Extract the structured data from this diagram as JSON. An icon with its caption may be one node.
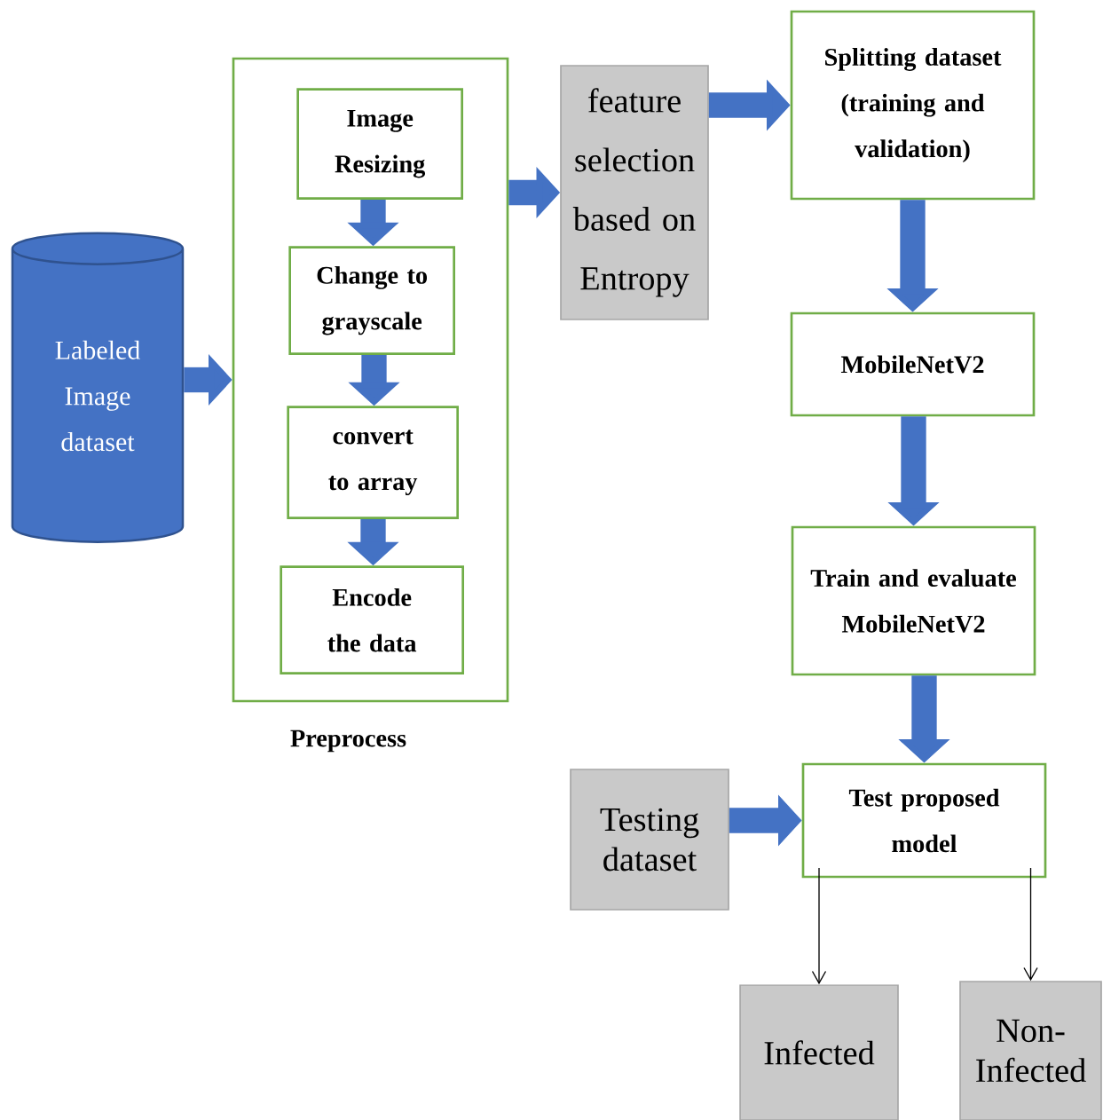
{
  "diagram": {
    "nodes": [
      {
        "text": [
          "Labeled Image dataset"
        ]
      },
      {
        "text": [
          "Preprocess"
        ]
      },
      {
        "text": [
          "Image Resizing"
        ],
        "in": 1
      },
      {
        "text": [
          "Change to grayscale"
        ],
        "in": 1
      },
      {
        "text": [
          "convert to array"
        ],
        "in": 1
      },
      {
        "text": [
          "Encode the data"
        ],
        "in": 1
      },
      {
        "text": [
          "feature selection based on Entropy"
        ]
      },
      {
        "text": [
          "Splitting dataset (training and validation)"
        ]
      },
      {
        "text": [
          "MobileNetV2"
        ]
      },
      {
        "text": [
          "Train and evaluate MobileNetV2"
        ]
      },
      {
        "text": [
          "Test proposed model"
        ]
      },
      {
        "text": [
          "Testing dataset"
        ]
      },
      {
        "text": [
          "Infected"
        ]
      },
      {
        "text": [
          "Non-Infected"
        ]
      }
    ],
    "edges": [
      {
        "from": 0,
        "to": 1,
        "arrow": "to"
      },
      {
        "from": 2,
        "to": 3,
        "arrow": "to"
      },
      {
        "from": 3,
        "to": 4,
        "arrow": "to"
      },
      {
        "from": 4,
        "to": 5,
        "arrow": "to"
      },
      {
        "from": 1,
        "to": 6,
        "arrow": "to"
      },
      {
        "from": 6,
        "to": 7,
        "arrow": "to"
      },
      {
        "from": 7,
        "to": 8,
        "arrow": "to"
      },
      {
        "from": 8,
        "to": 9,
        "arrow": "to"
      },
      {
        "from": 9,
        "to": 10,
        "arrow": "to"
      },
      {
        "from": 11,
        "to": 10,
        "arrow": "to"
      },
      {
        "from": 10,
        "to": 12,
        "arrow": "to",
        "color": "#000000"
      },
      {
        "from": 10,
        "to": 13,
        "arrow": "to",
        "color": "#000000"
      }
    ]
  }
}
